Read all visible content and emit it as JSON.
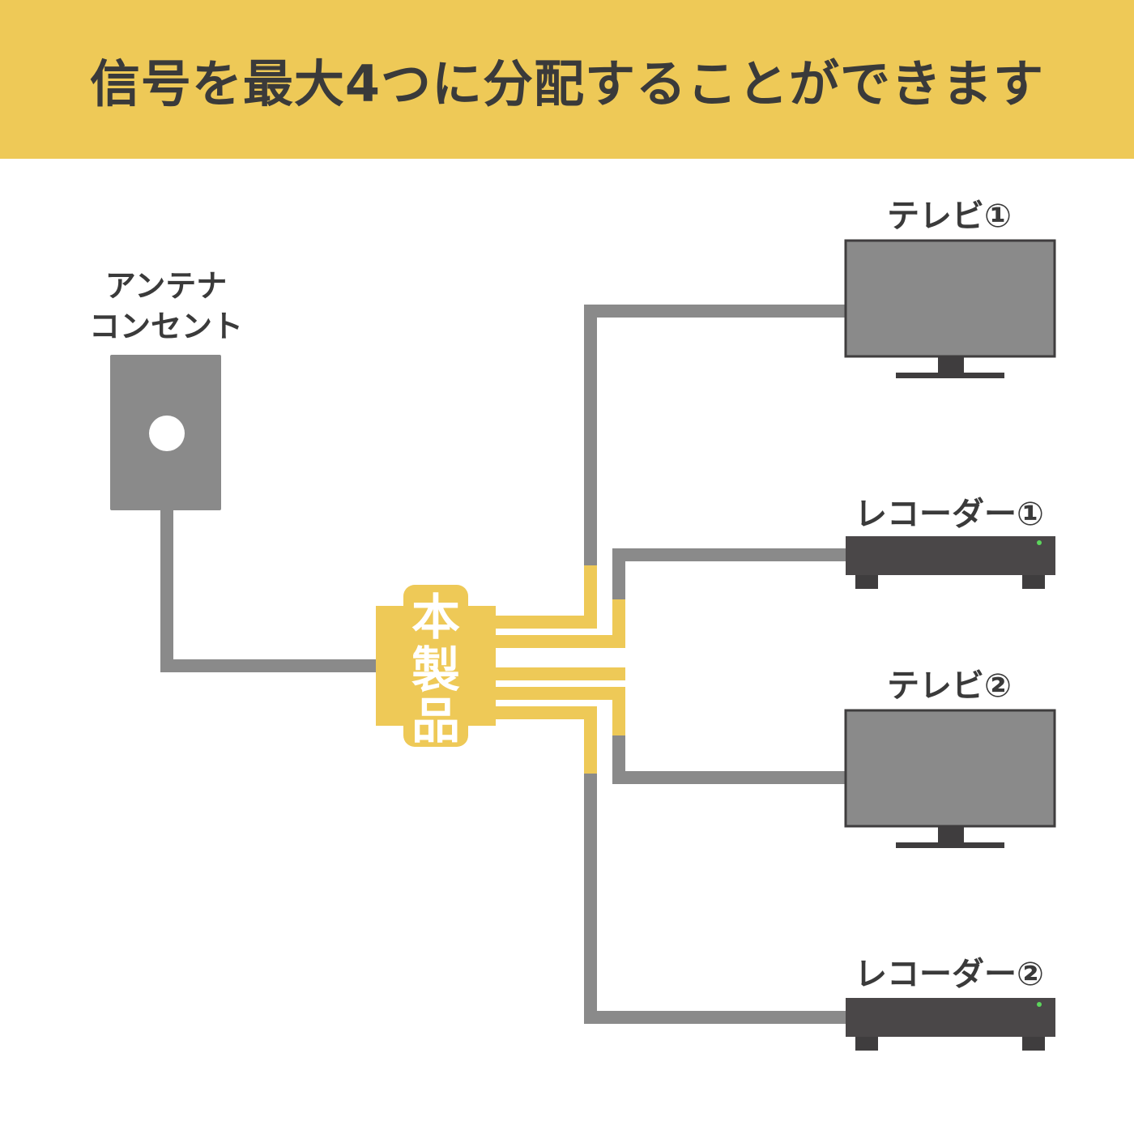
{
  "header": {
    "title": "信号を最大4つに分配することができます",
    "background": "#EEC957"
  },
  "antenna": {
    "label_line1": "アンテナ",
    "label_line2": "コンセント"
  },
  "splitter": {
    "label_chars": [
      "本",
      "製",
      "品"
    ],
    "color": "#EEC957"
  },
  "devices": [
    {
      "label": "テレビ①",
      "kind": "tv-icon"
    },
    {
      "label": "レコーダー①",
      "kind": "recorder-icon"
    },
    {
      "label": "テレビ②",
      "kind": "tv-icon"
    },
    {
      "label": "レコーダー②",
      "kind": "recorder-icon"
    }
  ],
  "colors": {
    "cable": "#8a8a8a",
    "device_dark": "#3f3d3e",
    "tv_screen": "#8a8a8a",
    "recorder_body": "#4a4748",
    "led": "#5cd65c",
    "outlet_plate": "#8a8a8a"
  }
}
